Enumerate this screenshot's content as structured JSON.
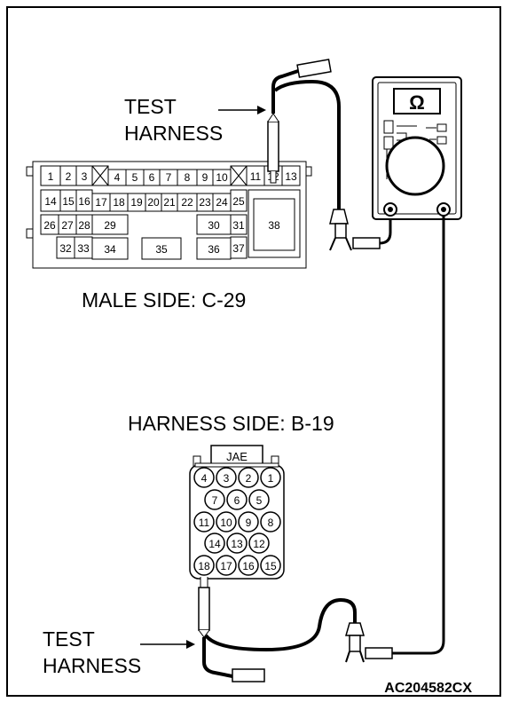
{
  "labels": {
    "test_harness_top_line1": "TEST",
    "test_harness_top_line2": "HARNESS",
    "male_side": "MALE SIDE: C-29",
    "harness_side": "HARNESS SIDE: B-19",
    "test_harness_bottom_line1": "TEST",
    "test_harness_bottom_line2": "HARNESS",
    "figure_code": "AC204582CX"
  },
  "meter": {
    "symbol": "Ω"
  },
  "c29": {
    "pins_row1": [
      "1",
      "2",
      "3",
      "4",
      "5",
      "6",
      "7",
      "8",
      "9",
      "10",
      "11",
      "12",
      "13"
    ],
    "pins_row2": [
      "14",
      "15",
      "16",
      "17",
      "18",
      "19",
      "20",
      "21",
      "22",
      "23",
      "24",
      "25"
    ],
    "pins_row3": [
      "26",
      "27",
      "28",
      "29",
      "30",
      "31"
    ],
    "pins_row4": [
      "32",
      "33",
      "34",
      "35",
      "36",
      "37"
    ],
    "pin_38": "38"
  },
  "b19": {
    "brand": "JAE",
    "row1": [
      "4",
      "3",
      "2",
      "1"
    ],
    "row2": [
      "7",
      "6",
      "5"
    ],
    "row3": [
      "11",
      "10",
      "9",
      "8"
    ],
    "row4": [
      "14",
      "13",
      "12"
    ],
    "row5": [
      "18",
      "17",
      "16",
      "15"
    ]
  }
}
